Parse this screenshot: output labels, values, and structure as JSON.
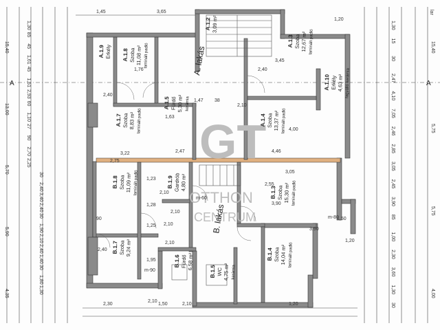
{
  "top_left_dims": [
    "1,45",
    "3,65"
  ],
  "top_right_dim": "1,20",
  "corner_label": "lar",
  "section_marker": "A",
  "apartments": [
    {
      "id": "a-lakas",
      "label": "A. lakás"
    },
    {
      "id": "b-lakas",
      "label": "B. lakás"
    }
  ],
  "rooms": [
    {
      "id": "A.1.8",
      "name": "Szoba",
      "area": "11,08 m²",
      "floor": "laminált padló"
    },
    {
      "id": "A.1.5",
      "name": "Fürdő",
      "area": "5,30 m²",
      "floor": "kerámia"
    },
    {
      "id": "A.1.7",
      "name": "Szoba",
      "area": "8,83 m²",
      "floor": "laminált padló"
    },
    {
      "id": "A.1.3",
      "name": "Szoba",
      "area": "12,67 m²",
      "floor": "laminált padló"
    },
    {
      "id": "A.1.4",
      "name": "Szoba",
      "area": "13,37 m²",
      "floor": "laminált padló"
    },
    {
      "id": "A.1.10",
      "name": "Erkély",
      "area": "4,63 m²",
      "floor": "fagyálló kerámia"
    },
    {
      "id": "A.1.9",
      "name": "Erkély",
      "area": "",
      "floor": ""
    },
    {
      "id": "A.1.2",
      "name": "",
      "area": "3,09 m²",
      "floor": ""
    },
    {
      "id": "B.1.9",
      "name": "Gardrób",
      "area": "4,80 m²",
      "floor": ""
    },
    {
      "id": "B.1.8",
      "name": "Szoba",
      "area": "11,09 m²",
      "floor": "laminált padló"
    },
    {
      "id": "B.1.3",
      "name": "Szoba",
      "area": "15,30 m²",
      "floor": "laminált padló"
    },
    {
      "id": "B.1.7",
      "name": "Szoba",
      "area": "9,24 m²",
      "floor": ""
    },
    {
      "id": "B.1.4",
      "name": "Szoba",
      "area": "14,04 m²",
      "floor": "laminált padló"
    },
    {
      "id": "B.1.5",
      "name": "WC",
      "area": "4,75 m²",
      "floor": "kerámia"
    },
    {
      "id": "B.1.6",
      "name": "Fürdő",
      "area": "6,58 m²",
      "floor": ""
    }
  ],
  "left_dims_outer": [
    "15,40",
    "13,00",
    "5,70",
    "5,90",
    "4,35"
  ],
  "left_dims_inner": [
    "1,30",
    "85",
    "45",
    "1,61",
    "45",
    "1,51",
    "2,93",
    "60",
    "1,10",
    "27",
    "90",
    "2,70",
    "2,25",
    "30",
    "2,40",
    "3,40",
    "2,40",
    "30",
    "1,90",
    "2,10",
    "2,40",
    "1,40",
    "30",
    "1,80",
    "1,30"
  ],
  "right_dims_outer": [
    "15,40",
    "5,75",
    "5,75",
    "4,00"
  ],
  "right_dims_inner": [
    "1,30",
    "15",
    "30",
    "2,47",
    "4,10",
    "7,05",
    "2,46",
    "2,85",
    "3,05",
    "2,45",
    "3,90",
    "85",
    "1,00",
    "2,30",
    "3,60",
    "1,30",
    "30"
  ],
  "bottom_dims": [
    "2,30",
    "1,50",
    "2,10",
    "1,20"
  ],
  "interior_dims": [
    "2,40",
    "1,76",
    "3,45",
    "2,40",
    "1,47",
    "38",
    "2,10",
    "3,22",
    "2,47",
    "4,46",
    "4,00",
    "2,75",
    "3,05",
    "2,10",
    "2,10",
    "2,55",
    "3,90",
    "2,10",
    "2,40",
    "2,10",
    "3,90",
    "2,10",
    "90",
    "m-90",
    "m-80",
    "m-60",
    "1,50",
    "1,20",
    "1,63",
    "1,23",
    "1,28",
    "1,25",
    "1,95"
  ],
  "watermark": [
    "GT",
    "OTTHON",
    "CENTRUM"
  ]
}
